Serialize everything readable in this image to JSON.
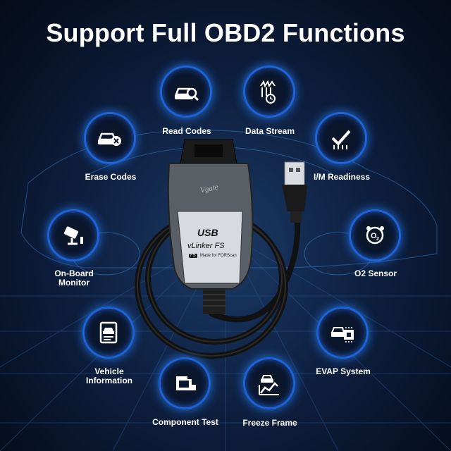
{
  "title": "Support Full OBD2 Functions",
  "device": {
    "brand": "Vgate",
    "usb_label": "USB",
    "model": "vLinker FS",
    "badge": "FS",
    "subtitle": "Made for FORScan"
  },
  "features": [
    {
      "label": "Read Codes",
      "icon": "car-search-icon"
    },
    {
      "label": "Data Stream",
      "icon": "data-stream-icon"
    },
    {
      "label": "Erase Codes",
      "icon": "car-erase-icon"
    },
    {
      "label": "I/M Readiness",
      "icon": "checkmark-icon"
    },
    {
      "label": "On-Board\nMonitor",
      "icon": "camera-monitor-icon"
    },
    {
      "label": "O2 Sensor",
      "icon": "o2-sensor-icon"
    },
    {
      "label": "Vehicle\nInformation",
      "icon": "vehicle-info-icon"
    },
    {
      "label": "EVAP System",
      "icon": "evap-chip-icon"
    },
    {
      "label": "Component Test",
      "icon": "component-test-icon"
    },
    {
      "label": "Freeze Frame",
      "icon": "freeze-frame-icon"
    }
  ],
  "colors": {
    "accent": "#1d63d6",
    "background": "#0a1426",
    "text": "#ffffff"
  }
}
